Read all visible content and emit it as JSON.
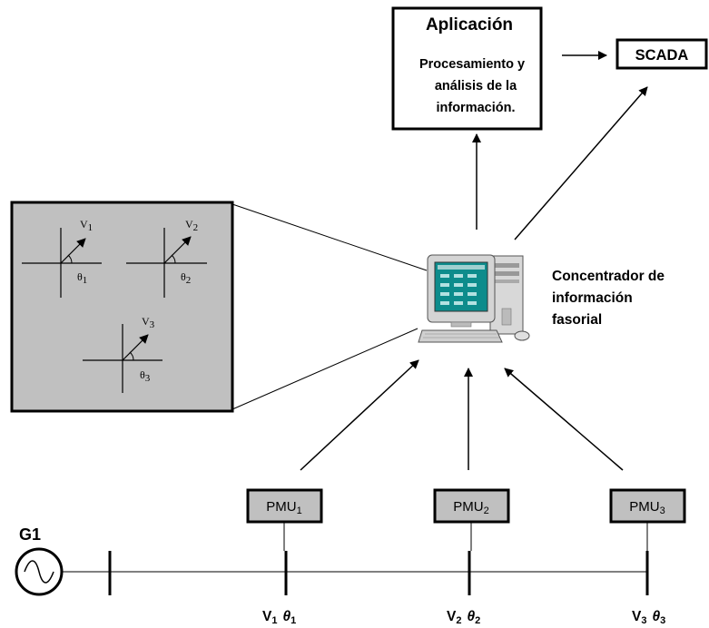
{
  "app_box": {
    "title": "Aplicación",
    "line1": "Procesamiento y",
    "line2": "análisis de la",
    "line3": "información."
  },
  "scada": {
    "label": "SCADA"
  },
  "concentrator": {
    "line1": "Concentrador de",
    "line2": "información",
    "line3": "fasorial"
  },
  "phasor_panel": {
    "v1": "V",
    "v1_sub": "1",
    "t1": "θ",
    "t1_sub": "1",
    "v2": "V",
    "v2_sub": "2",
    "t2": "θ",
    "t2_sub": "2",
    "v3": "V",
    "v3_sub": "3",
    "t3": "θ",
    "t3_sub": "3"
  },
  "pmus": [
    {
      "label": "PMU",
      "sub": "1"
    },
    {
      "label": "PMU",
      "sub": "2"
    },
    {
      "label": "PMU",
      "sub": "3"
    }
  ],
  "generator": {
    "label": "G1"
  },
  "buses": [
    {
      "v": "V",
      "v_sub": "1",
      "t": "θ",
      "t_sub": "1"
    },
    {
      "v": "V",
      "v_sub": "2",
      "t": "θ",
      "t_sub": "2"
    },
    {
      "v": "V",
      "v_sub": "3",
      "t": "θ",
      "t_sub": "3"
    }
  ],
  "colors": {
    "panel_fill": "#c0c0c0",
    "pmu_fill": "#c0c0c0",
    "stroke": "#000000",
    "monitor_screen": "#0d8c8c"
  }
}
